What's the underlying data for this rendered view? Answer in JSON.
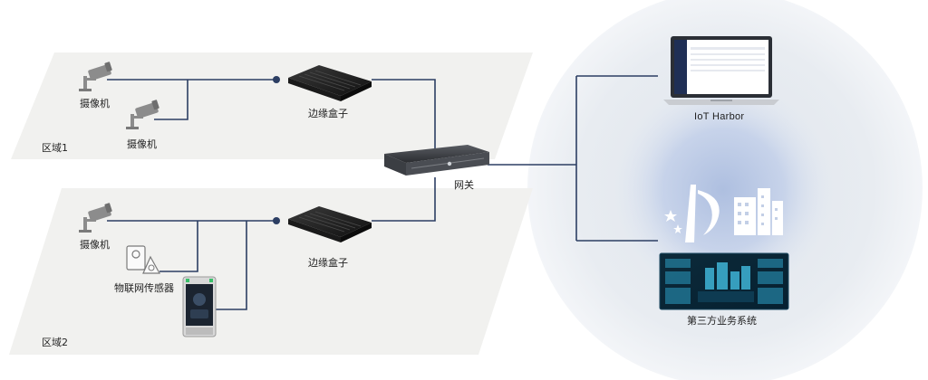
{
  "zones": {
    "zone1": "区域1",
    "zone2": "区域2"
  },
  "devices": {
    "camera_a": "摄像机",
    "camera_b": "摄像机",
    "camera_c": "摄像机",
    "edge_box_1": "边缘盒子",
    "edge_box_2": "边缘盒子",
    "iot_sensor": "物联网传感器",
    "gateway": "网关"
  },
  "platform": {
    "iot_harbor": "IoT Harbor",
    "third_party": "第三方业务系统"
  },
  "colors": {
    "link": "#2c3e63",
    "zone_fill": "#f1f1ef",
    "glow_outer": "#e9edf3",
    "glow_inner": "#aebfe0"
  },
  "icons": {
    "camera": "camera-icon",
    "edge_box": "edge-box-icon",
    "gateway": "gateway-icon",
    "sensor": "iot-sensor-icon",
    "access_terminal": "face-terminal-icon",
    "laptop": "laptop-icon",
    "city": "smart-city-icon",
    "dashboard": "dashboard-screen-icon"
  }
}
